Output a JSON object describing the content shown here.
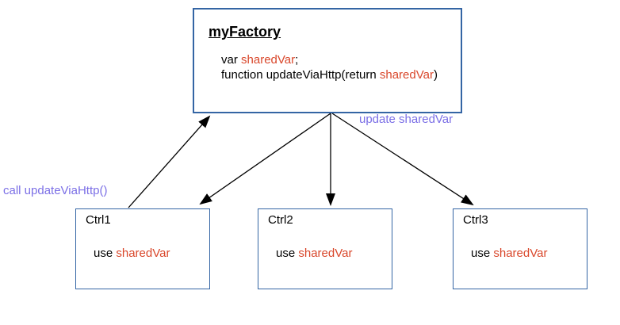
{
  "diagram": {
    "factory": {
      "title": "myFactory",
      "code_lines": [
        {
          "pre": "var ",
          "var": "sharedVar",
          "post": ";"
        },
        {
          "pre": "function updateViaHttp(return ",
          "var": "sharedVar",
          "post": ")"
        }
      ]
    },
    "controllers": [
      {
        "name": "Ctrl1",
        "use_label": "use ",
        "use_var": "sharedVar"
      },
      {
        "name": "Ctrl2",
        "use_label": "use ",
        "use_var": "sharedVar"
      },
      {
        "name": "Ctrl3",
        "use_label": "use ",
        "use_var": "sharedVar"
      }
    ],
    "edge_labels": {
      "call": "call updateViaHttp()",
      "update": "update sharedVar"
    },
    "colors": {
      "box_border": "#3465A4",
      "highlight_text": "#D9472B",
      "edge_label_text": "#7B6FE6",
      "arrow": "#000000",
      "text": "#000000",
      "background": "#FFFFFF"
    }
  }
}
